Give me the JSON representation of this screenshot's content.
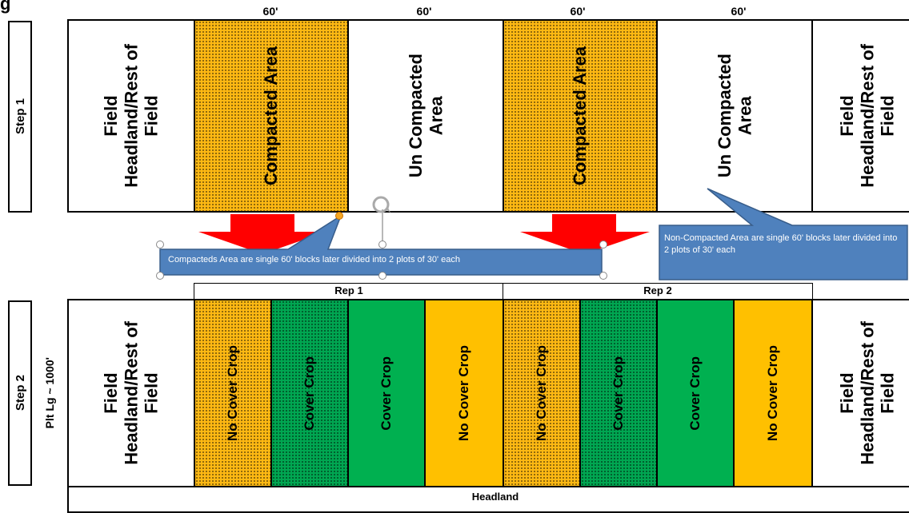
{
  "figure_label": "g",
  "dimensions": [
    "60'",
    "60'",
    "60'",
    "60'"
  ],
  "step1": {
    "label": "Step 1",
    "cells": [
      {
        "text": "Field\nHeadland/Rest of\nField"
      },
      {
        "text": "Compacted Area"
      },
      {
        "text": "Un Compacted\nArea"
      },
      {
        "text": "Compacted Area"
      },
      {
        "text": "Un Compacted\nArea"
      },
      {
        "text": "Field\nHeadland/Rest of\nField"
      }
    ]
  },
  "callouts": {
    "compacted": "Compacteds Area are single 60' blocks  later divided into  2  plots of 30' each",
    "noncompacted": "Non-Compacted Area are single 60' blocks later divided into  2  plots of 30' each"
  },
  "reps": [
    "Rep 1",
    "Rep 2"
  ],
  "step2": {
    "label": "Step 2",
    "plot_length": "Plt Lg ~ 1000'",
    "cells": [
      {
        "text": "Field\nHeadland/Rest of\nField"
      },
      {
        "text": "No Cover Crop"
      },
      {
        "text": "Cover Crop"
      },
      {
        "text": "Cover Crop"
      },
      {
        "text": "No Cover Crop"
      },
      {
        "text": "No Cover Crop"
      },
      {
        "text": "Cover Crop"
      },
      {
        "text": "Cover Crop"
      },
      {
        "text": "No Cover Crop"
      },
      {
        "text": "Field\nHeadland/Rest of\nField"
      }
    ]
  },
  "headland": "Headland",
  "colors": {
    "compacted_fill": "#fdb813",
    "cover_dotted": "#00a651",
    "cover_solid": "#00b050",
    "no_cover_solid": "#ffc000",
    "callout": "#4f81bd",
    "arrow": "#ff0000"
  }
}
